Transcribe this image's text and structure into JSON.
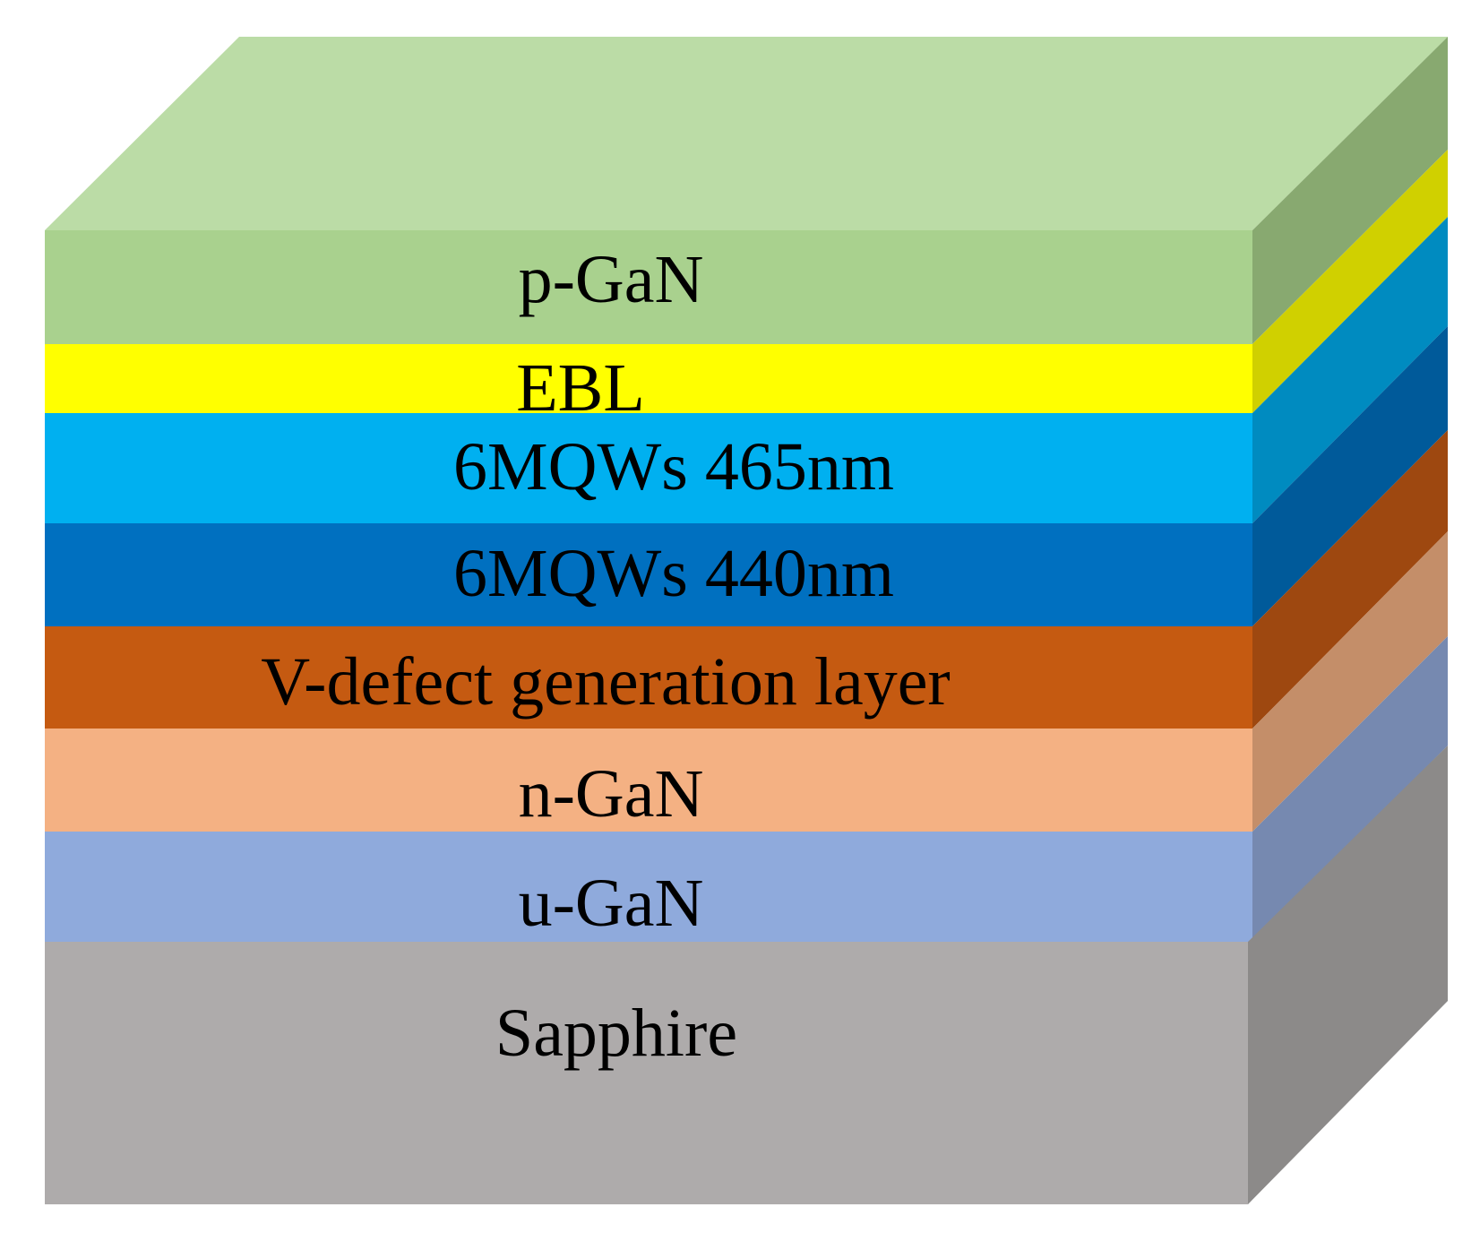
{
  "diagram": {
    "top_face_color": "#BBDCA6",
    "layers": [
      {
        "label": "p-GaN",
        "front_color": "#A9D18E",
        "side_color": "#88A970"
      },
      {
        "label": "EBL",
        "front_color": "#FFFF00",
        "side_color": "#D0D000"
      },
      {
        "label": "6MQWs 465nm",
        "front_color": "#00B0F0",
        "side_color": "#008BC0"
      },
      {
        "label": "6MQWs 440nm",
        "front_color": "#0070C0",
        "side_color": "#005A9A"
      },
      {
        "label": "V-defect generation layer",
        "front_color": "#C55A11",
        "side_color": "#9E4810"
      },
      {
        "label": "n-GaN",
        "front_color": "#F4B183",
        "side_color": "#C48E69"
      },
      {
        "label": "u-GaN",
        "front_color": "#8FAADC",
        "side_color": "#7689B0"
      },
      {
        "label": "Sapphire",
        "front_color": "#AEABAB",
        "side_color": "#8C8A89"
      }
    ]
  }
}
